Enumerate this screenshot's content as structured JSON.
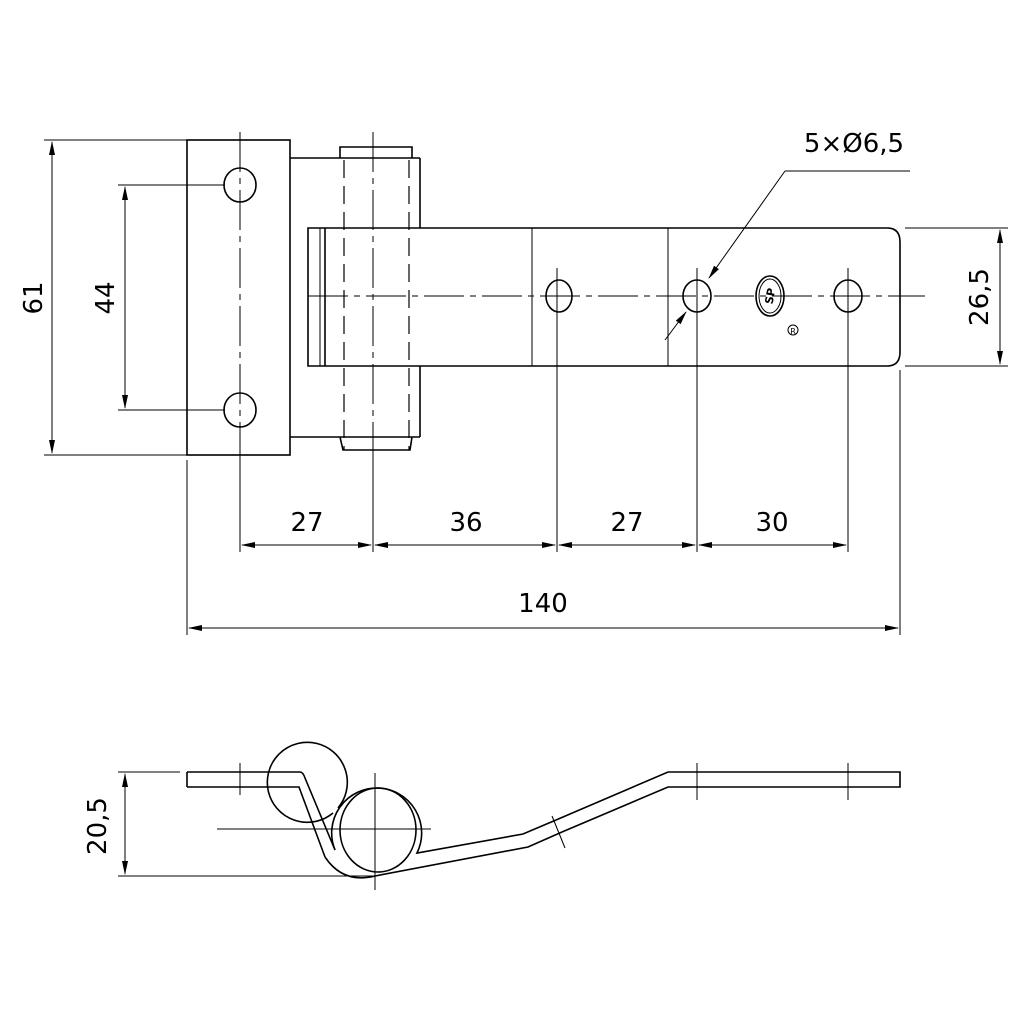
{
  "drawing": {
    "dimensions": {
      "overall_height": "61",
      "hole_spacing_vertical": "44",
      "leaf_width": "26,5",
      "span_1": "27",
      "span_2": "36",
      "span_3": "27",
      "span_4": "30",
      "overall_length": "140",
      "holes_callout": "5×Ø6,5",
      "side_height": "20,5"
    },
    "logo": {
      "text": "SP",
      "mark": "®"
    }
  }
}
